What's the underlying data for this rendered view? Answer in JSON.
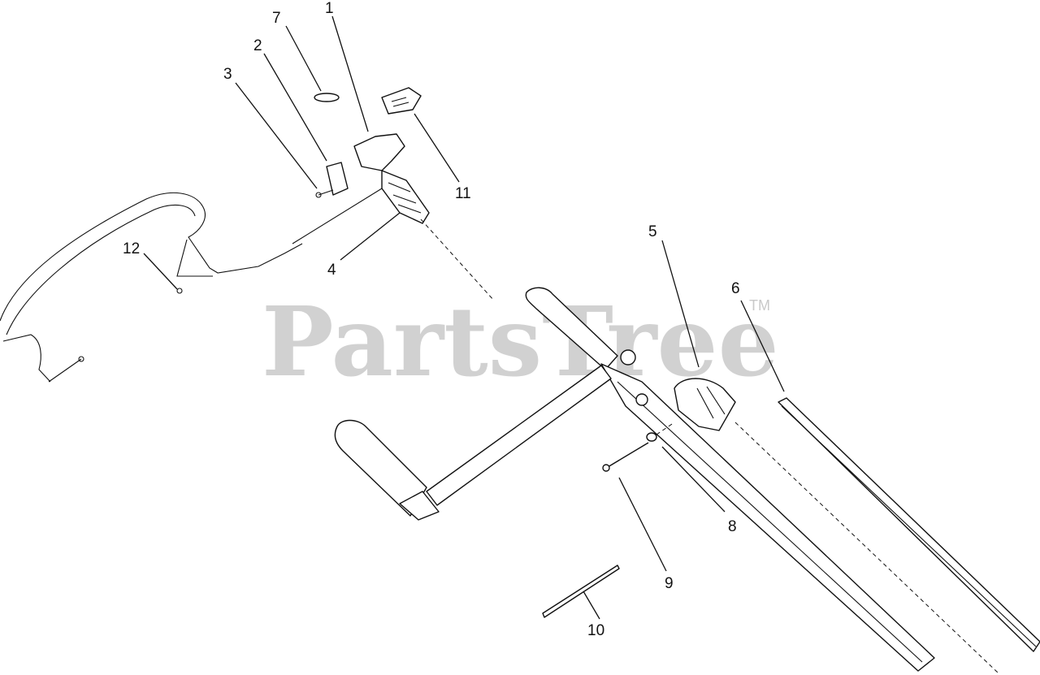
{
  "watermark": {
    "brand": "PartsTree",
    "trademark": "TM"
  },
  "callouts": [
    {
      "id": "1",
      "label": "1"
    },
    {
      "id": "2",
      "label": "2"
    },
    {
      "id": "3",
      "label": "3"
    },
    {
      "id": "4",
      "label": "4"
    },
    {
      "id": "5",
      "label": "5"
    },
    {
      "id": "6",
      "label": "6"
    },
    {
      "id": "7",
      "label": "7"
    },
    {
      "id": "8",
      "label": "8"
    },
    {
      "id": "9",
      "label": "9"
    },
    {
      "id": "10",
      "label": "10"
    },
    {
      "id": "11",
      "label": "11"
    },
    {
      "id": "12",
      "label": "12"
    }
  ]
}
